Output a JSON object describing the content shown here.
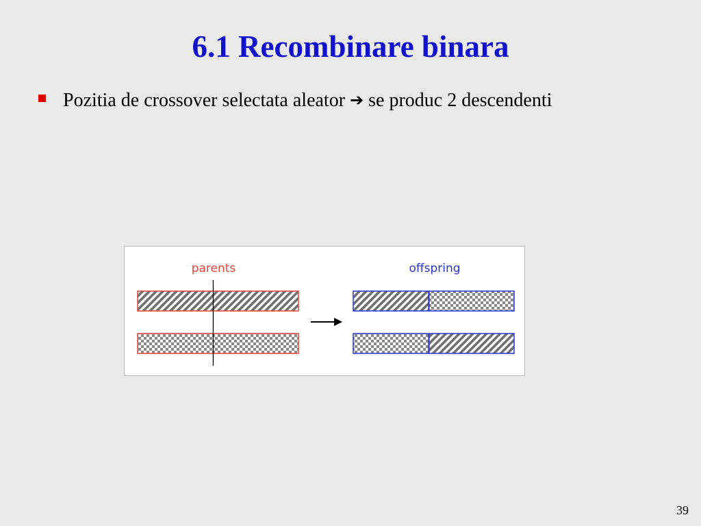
{
  "slide": {
    "title": "6.1 Recombinare binara",
    "bullet": {
      "text_before": "Pozitia de crossover selectata aleator",
      "arrow_icon": "right-arrow-icon",
      "text_after": "se produc 2 descendenti"
    },
    "page_number": "39"
  },
  "diagram": {
    "parents_label": "parents",
    "offspring_label": "offspring",
    "parents_color": "#e0443a",
    "offspring_color": "#2a35d0",
    "pattern_hatch": "diagonal-stripes",
    "pattern_check": "checkerboard",
    "crossover_fraction": 0.47
  }
}
